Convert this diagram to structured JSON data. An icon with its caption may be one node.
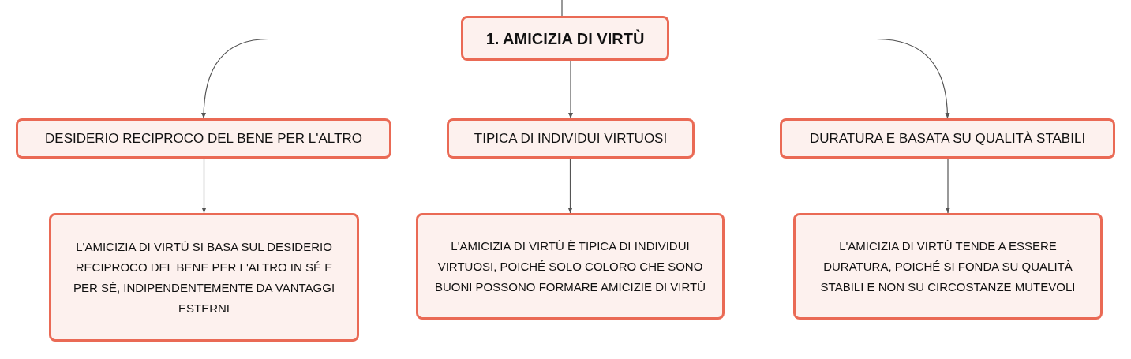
{
  "diagram": {
    "nodes": [
      {
        "text": [
          "1. AMICIZIA DI VIRTÙ"
        ]
      },
      {
        "text": [
          "DESIDERIO RECIPROCO DEL BENE PER L'ALTRO"
        ]
      },
      {
        "text": [
          "TIPICA DI INDIVIDUI VIRTUOSI"
        ]
      },
      {
        "text": [
          "DURATURA E BASATA SU QUALITÀ STABILI"
        ]
      },
      {
        "text": [
          "L'AMICIZIA DI VIRTÙ SI BASA SUL DESIDERIO RECIPROCO DEL BENE PER L'ALTRO IN SÉ E PER SÉ, INDIPENDENTEMENTE DA VANTAGGI ESTERNI"
        ]
      },
      {
        "text": [
          "L'AMICIZIA DI VIRTÙ È TIPICA DI INDIVIDUI VIRTUOSI, POICHÉ SOLO COLORO CHE SONO BUONI POSSONO FORMARE AMICIZIE DI VIRTÙ"
        ]
      },
      {
        "text": [
          "L'AMICIZIA DI VIRTÙ TENDE A ESSERE DURATURA, POICHÉ SI FONDA SU QUALITÀ STABILI E NON SU CIRCOSTANZE MUTEVOLI"
        ]
      }
    ],
    "edges": [
      {
        "from": null,
        "to": 0,
        "arrow": "none"
      },
      {
        "from": 0,
        "to": 1,
        "arrow": "to"
      },
      {
        "from": 0,
        "to": 2,
        "arrow": "to"
      },
      {
        "from": 0,
        "to": 3,
        "arrow": "to"
      },
      {
        "from": 1,
        "to": 4,
        "arrow": "to"
      },
      {
        "from": 2,
        "to": 5,
        "arrow": "to"
      },
      {
        "from": 3,
        "to": 6,
        "arrow": "to"
      }
    ]
  }
}
